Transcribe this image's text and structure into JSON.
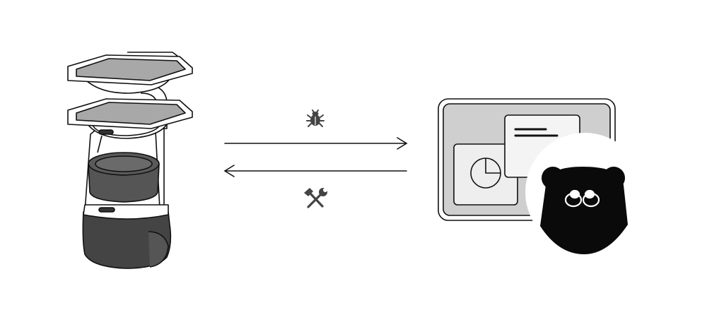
{
  "diagram": {
    "nodes": [
      {
        "id": "robot",
        "kind": "service-robot"
      },
      {
        "id": "dashboard",
        "kind": "dashboard-with-mascot"
      }
    ],
    "edges": [
      {
        "from": "robot",
        "to": "dashboard",
        "icon": "bug-icon"
      },
      {
        "from": "dashboard",
        "to": "robot",
        "icon": "tools-icon"
      }
    ]
  },
  "colors": {
    "stroke": "#111111",
    "tray_fill": "#a8a8a8",
    "bucket_fill": "#5a5a5a",
    "base_fill": "#444444",
    "dashboard_fill": "#cfcfcf",
    "panel_fill": "#eeeeee",
    "mascot_fill": "#0a0a0a",
    "icon_fill": "#444444"
  }
}
